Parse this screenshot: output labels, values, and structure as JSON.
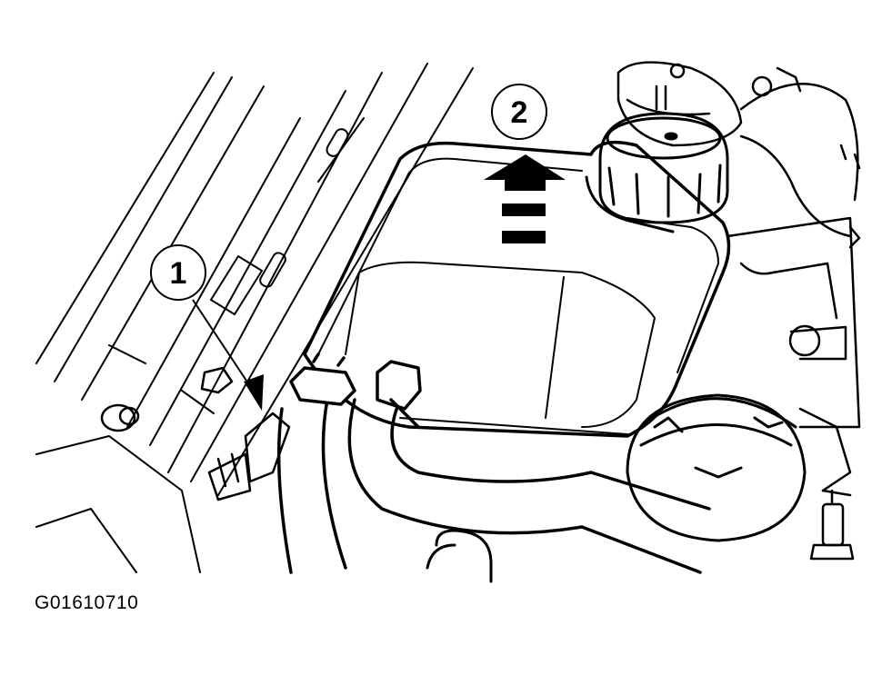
{
  "callouts": {
    "hose_clip": "1",
    "reservoir_lift": "2"
  },
  "figure_code": "G01610710",
  "colors": {
    "ink": "#000000",
    "paper": "#ffffff"
  }
}
